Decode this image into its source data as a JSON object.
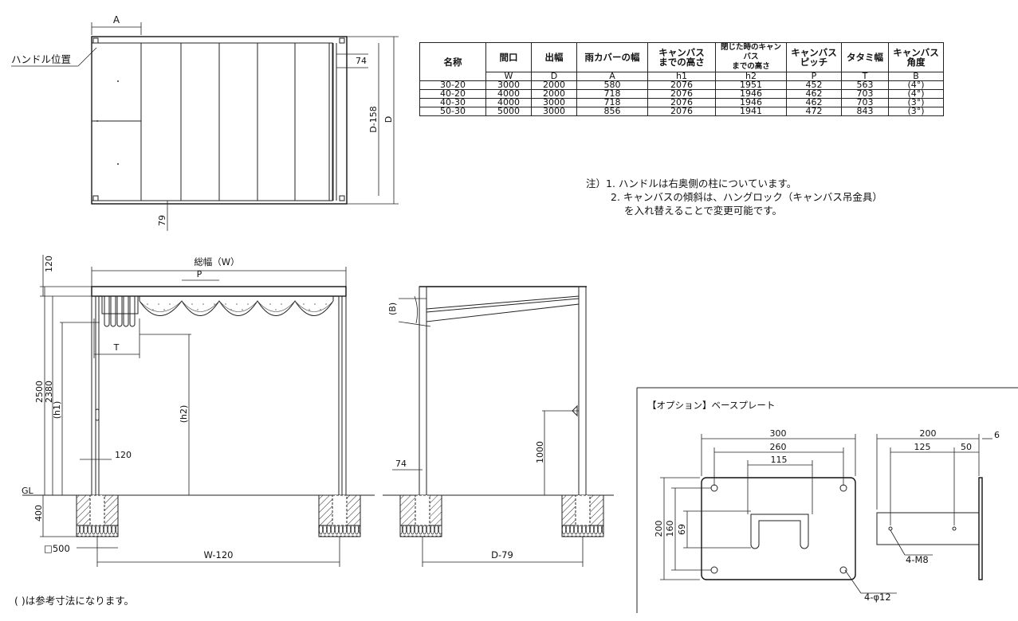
{
  "table": {
    "headers": [
      {
        "name": "名称",
        "sub": ""
      },
      {
        "name": "間口",
        "sub": "W"
      },
      {
        "name": "出幅",
        "sub": "D"
      },
      {
        "name": "雨カバーの幅",
        "sub": "A"
      },
      {
        "name": "キャンバス\nまでの高さ",
        "sub": "h1"
      },
      {
        "name": "閉じた時のキャンバス\nまでの高さ",
        "sub": "h2"
      },
      {
        "name": "キャンバス\nピッチ",
        "sub": "P"
      },
      {
        "name": "タタミ幅",
        "sub": "T"
      },
      {
        "name": "キャンバス\n角度",
        "sub": "B"
      }
    ],
    "rows": [
      [
        "30-20",
        "3000",
        "2000",
        "580",
        "2076",
        "1951",
        "452",
        "563",
        "(4°)"
      ],
      [
        "40-20",
        "4000",
        "2000",
        "718",
        "2076",
        "1946",
        "462",
        "703",
        "(4°)"
      ],
      [
        "40-30",
        "4000",
        "3000",
        "718",
        "2076",
        "1946",
        "462",
        "703",
        "(3°)"
      ],
      [
        "50-30",
        "5000",
        "3000",
        "856",
        "2076",
        "1941",
        "472",
        "843",
        "(3°)"
      ]
    ]
  },
  "notes": {
    "line1": "注）1. ハンドルは右奥側の柱についています。",
    "line2": "2. キャンバスの傾斜は、ハングロック（キャンバス吊金具）",
    "line3": "を入れ替えることで変更可能です。",
    "footnote": "( )は参考寸法になります。"
  },
  "plan": {
    "label_a": "A",
    "label_handle": "ハンドル位置",
    "dim_74": "74",
    "dim_d158": "D-158",
    "dim_d": "D",
    "dim_79": "79"
  },
  "front": {
    "dim_120_top": "120",
    "label_total": "総幅（W）",
    "label_p": "P",
    "label_t": "T",
    "dim_2500": "2500",
    "dim_2380": "2380",
    "dim_h1": "(h1)",
    "dim_h2": "(h2)",
    "dim_120": "120",
    "label_gl": "GL",
    "dim_400": "400",
    "label_500": "□500",
    "dim_w120": "W-120"
  },
  "side": {
    "label_b": "(B)",
    "dim_74": "74",
    "dim_1000": "1000",
    "dim_d79": "D-79"
  },
  "option": {
    "title": "【オプション】ベースプレート",
    "dim_300": "300",
    "dim_260": "260",
    "dim_115": "115",
    "dim_200h": "200",
    "dim_160": "160",
    "dim_69": "69",
    "dim_200w": "200",
    "dim_125": "125",
    "dim_50": "50",
    "dim_6": "6",
    "label_m8": "4-M8",
    "label_hole": "4-φ12"
  }
}
